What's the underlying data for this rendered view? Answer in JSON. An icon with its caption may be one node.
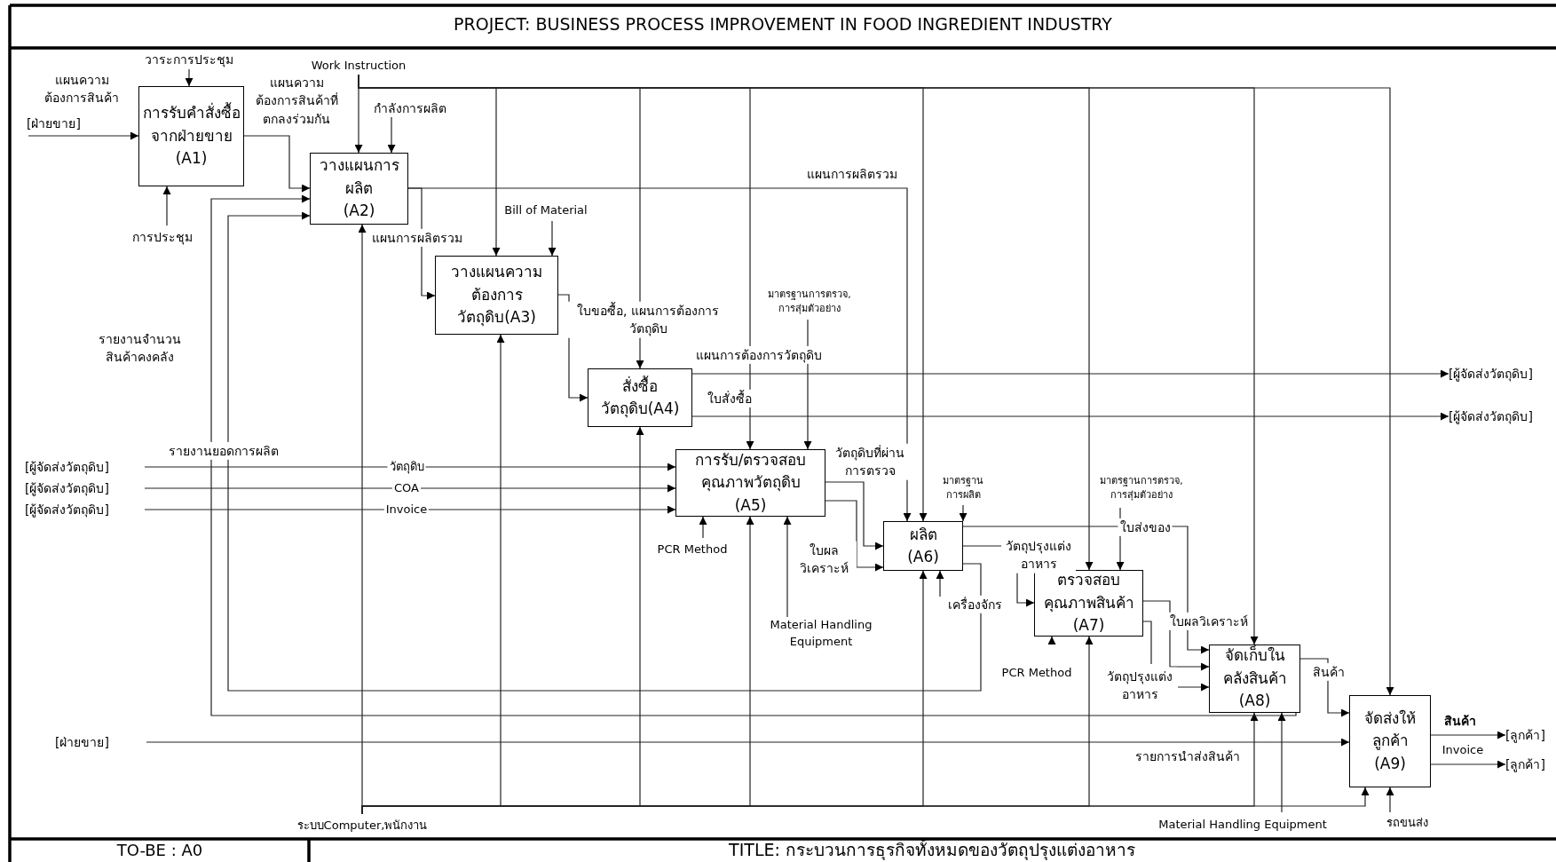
{
  "diagram": {
    "title": "PROJECT: BUSINESS PROCESS IMPROVEMENT IN FOOD INGREDIENT INDUSTRY",
    "nodes": [
      {
        "text": [
          "การรับคำสั่งซื้อจากฝ่ายขาย",
          "(A1)"
        ]
      },
      {
        "text": [
          "วางแผนการผลิต",
          "(A2)"
        ]
      },
      {
        "text": [
          "วางแผนความต้องการวัตถุดิบ(A3)"
        ]
      },
      {
        "text": [
          "สั่งซื้อวัตถุดิบ(A4)"
        ]
      },
      {
        "text": [
          "การรับ/ตรวจสอบคุณภาพวัตถุดิบ",
          "(A5)"
        ]
      },
      {
        "text": [
          "ผลิต",
          "(A6)"
        ]
      },
      {
        "text": [
          "ตรวจสอบคุณภาพสินค้า",
          "(A7)"
        ]
      },
      {
        "text": [
          "จัดเก็บในคลังสินค้า",
          "(A8)"
        ]
      },
      {
        "text": [
          "จัดส่งให้ลูกค้า",
          "(A9)"
        ]
      },
      {
        "text": [
          "[ฝ่ายขาย]"
        ]
      },
      {
        "text": [
          "[ผู้จัดส่งวัตถุดิบ]"
        ]
      },
      {
        "text": [
          "[ผู้จัดส่งวัตถุดิบ]"
        ]
      },
      {
        "text": [
          "[ผู้จัดส่งวัตถุดิบ]"
        ]
      },
      {
        "text": [
          "[ผู้จัดส่งวัตถุดิบ]"
        ]
      },
      {
        "text": [
          "[ผู้จัดส่งวัตถุดิบ]"
        ]
      },
      {
        "text": [
          "[ฝ่ายขาย]"
        ]
      },
      {
        "text": [
          "[ลูกค้า]"
        ]
      },
      {
        "text": [
          "[ลูกค้า]"
        ]
      }
    ],
    "edges": [
      {
        "from": 9,
        "to": 0,
        "arrow": "to",
        "label": "แผนความต้องการสินค้า"
      },
      {
        "from": null,
        "to": 0,
        "arrow": "to",
        "label": "วาระการประชุม"
      },
      {
        "from": null,
        "to": 0,
        "arrow": "to",
        "label": "การประชุม"
      },
      {
        "from": 0,
        "to": 1,
        "arrow": "to",
        "label": "แผนความต้องการสินค้าที่ตกลงร่วมกัน"
      },
      {
        "from": null,
        "to": 1,
        "arrow": "to",
        "label": "Work Instruction"
      },
      {
        "from": null,
        "to": 2,
        "arrow": "to"
      },
      {
        "from": null,
        "to": 3,
        "arrow": "to"
      },
      {
        "from": null,
        "to": 4,
        "arrow": "to"
      },
      {
        "from": null,
        "to": 5,
        "arrow": "to"
      },
      {
        "from": null,
        "to": 6,
        "arrow": "to"
      },
      {
        "from": null,
        "to": 7,
        "arrow": "to"
      },
      {
        "from": null,
        "to": 8,
        "arrow": "to"
      },
      {
        "from": null,
        "to": 1,
        "arrow": "to",
        "label": "กำลังการผลิต"
      },
      {
        "from": 1,
        "to": 2,
        "arrow": "to",
        "label": "แผนการผลิตรวม"
      },
      {
        "from": 1,
        "to": 5,
        "arrow": "to",
        "label": "แผนการผลิตรวม"
      },
      {
        "from": null,
        "to": 2,
        "arrow": "to",
        "label": "Bill of Material"
      },
      {
        "from": 2,
        "to": 3,
        "arrow": "to",
        "label": "ใบขอซื้อ, แผนการต้องการวัตถุดิบ"
      },
      {
        "from": 3,
        "to": 10,
        "arrow": "to",
        "label": "แผนการต้องการวัตถุดิบ"
      },
      {
        "from": 3,
        "to": 11,
        "arrow": "to",
        "label": "ใบสั่งซื้อ"
      },
      {
        "from": null,
        "to": 4,
        "arrow": "to",
        "label": "มาตรฐานการตรวจ, การสุ่มตัวอย่าง"
      },
      {
        "from": 12,
        "to": 4,
        "arrow": "to",
        "label": "วัตถุดิบ"
      },
      {
        "from": 13,
        "to": 4,
        "arrow": "to",
        "label": "COA"
      },
      {
        "from": 14,
        "to": 4,
        "arrow": "to",
        "label": "Invoice"
      },
      {
        "from": null,
        "to": 4,
        "arrow": "to",
        "label": "PCR Method"
      },
      {
        "from": null,
        "to": 1,
        "arrow": "to",
        "label": "ระบบComputer,พนักงาน"
      },
      {
        "from": null,
        "to": 2,
        "arrow": "to"
      },
      {
        "from": null,
        "to": 3,
        "arrow": "to"
      },
      {
        "from": null,
        "to": 4,
        "arrow": "to"
      },
      {
        "from": null,
        "to": 5,
        "arrow": "to"
      },
      {
        "from": null,
        "to": 6,
        "arrow": "to"
      },
      {
        "from": null,
        "to": 7,
        "arrow": "to"
      },
      {
        "from": null,
        "to": 8,
        "arrow": "to"
      },
      {
        "from": null,
        "to": 4,
        "arrow": "to",
        "label": "Material Handling Equipment"
      },
      {
        "from": 4,
        "to": 5,
        "arrow": "to",
        "label": "วัตถุดิบที่ผ่านการตรวจ"
      },
      {
        "from": 4,
        "to": 5,
        "arrow": "to",
        "label": "ใบผลวิเคราะห์"
      },
      {
        "from": null,
        "to": 5,
        "arrow": "to",
        "label": "มาตรฐานการผลิต"
      },
      {
        "from": null,
        "to": 5,
        "arrow": "to",
        "label": "เครื่องจักร"
      },
      {
        "from": 5,
        "to": 6,
        "arrow": "to",
        "label": "วัตถุปรุงแต่งอาหาร"
      },
      {
        "from": 5,
        "to": 7,
        "arrow": "to",
        "label": "ใบส่งของ"
      },
      {
        "from": 5,
        "to": 1,
        "arrow": "to",
        "label": "รายงานยอดการผลิต"
      },
      {
        "from": 7,
        "to": 1,
        "arrow": "to",
        "label": "รายงานจำนวนสินค้าคงคลัง"
      },
      {
        "from": null,
        "to": 6,
        "arrow": "to",
        "label": "มาตรฐานการตรวจ, การสุ่มตัวอย่าง"
      },
      {
        "from": null,
        "to": 6,
        "arrow": "to",
        "label": "PCR Method"
      },
      {
        "from": 6,
        "to": 7,
        "arrow": "to",
        "label": "ใบผลวิเคราะห์"
      },
      {
        "from": 6,
        "to": 7,
        "arrow": "to",
        "label": "วัตถุปรุงแต่งอาหาร"
      },
      {
        "from": null,
        "to": 7,
        "arrow": "to",
        "label": "Material Handling Equipment"
      },
      {
        "from": 7,
        "to": 8,
        "arrow": "to",
        "label": "สินค้า"
      },
      {
        "from": 15,
        "to": 8,
        "arrow": "to",
        "label": "รายการนำส่งสินค้า"
      },
      {
        "from": null,
        "to": 8,
        "arrow": "to",
        "label": "รถขนส่ง"
      },
      {
        "from": 8,
        "to": 16,
        "arrow": "to",
        "label": "สินค้า"
      },
      {
        "from": 8,
        "to": 17,
        "arrow": "to",
        "label": "Invoice"
      }
    ],
    "labels": [
      "TO-BE : A0",
      "TITLE: กระบวนการธุรกิจทั้งหมดของวัตถุปรุงแต่งอาหาร"
    ]
  }
}
